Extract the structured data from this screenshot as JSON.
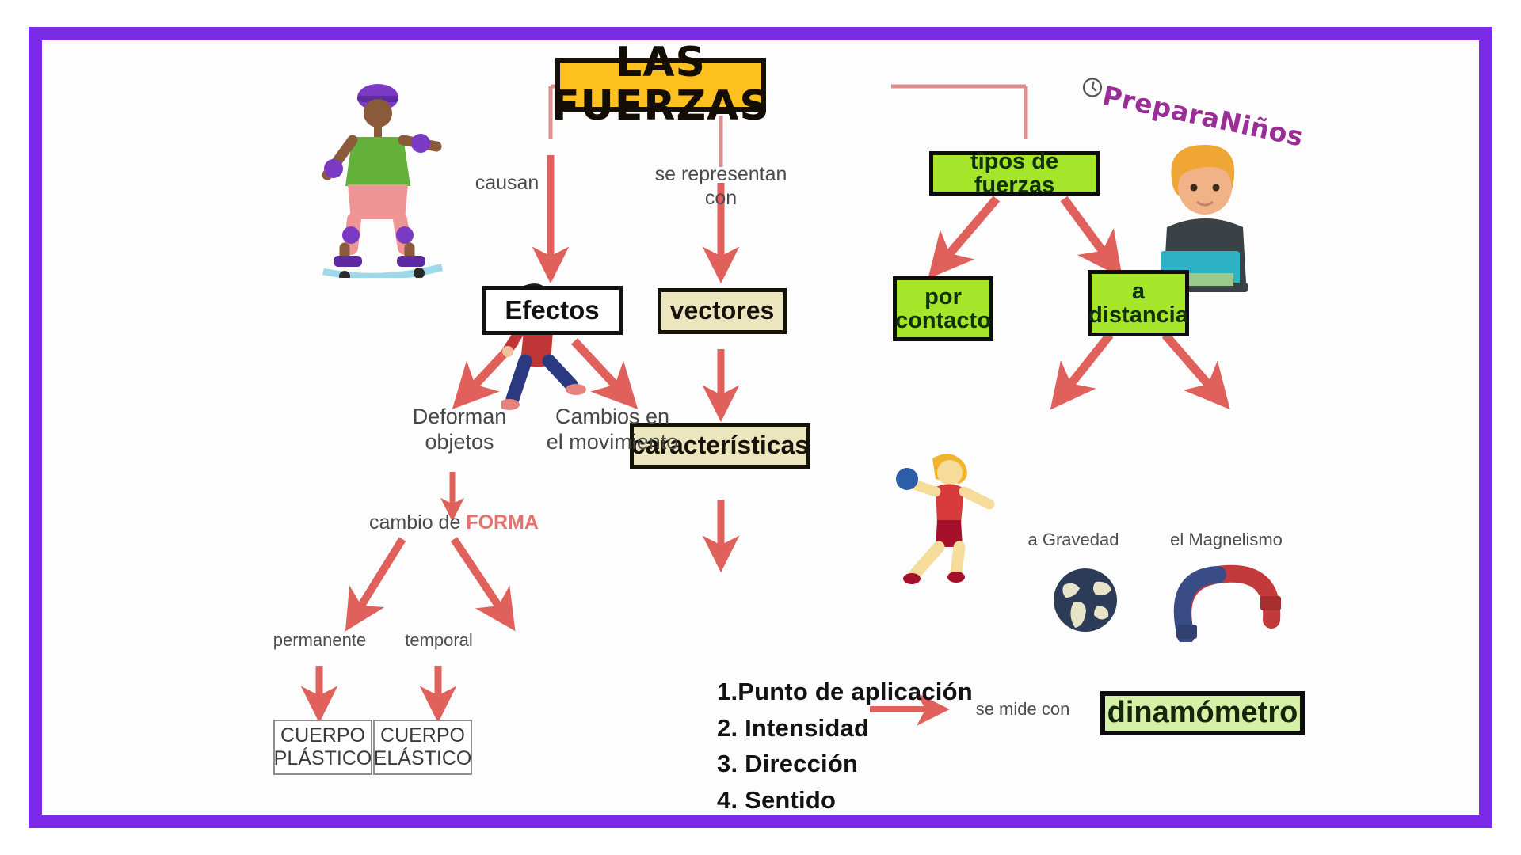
{
  "frame": {
    "border_color": "#7B2BE8",
    "background": "#ffffff"
  },
  "watermark": {
    "text": "PreparaNiños",
    "icon": "clock-icon",
    "color": "#9B2E96"
  },
  "palette": {
    "title_fill": "#FDC01E",
    "green_fill": "#A5E62A",
    "pale_green_fill": "#D6F0A8",
    "khaki_fill": "#ECE6BE",
    "arrow_red": "#E0615C",
    "connector_pink": "#D9908E",
    "label_gray": "#4a4a4a",
    "forma_red": "#E7716C"
  },
  "title": {
    "label": "LAS FUERZAS"
  },
  "connector_labels": {
    "causan": "causan",
    "se_representan_con": "se representan\ncon",
    "cambio_de": "cambio de ",
    "forma": "FORMA",
    "permanente": "permanente",
    "temporal": "temporal",
    "deforman_objetos": "Deforman\nobjetos",
    "cambios_movimiento": "Cambios en\nel movimiento",
    "a_gravedad": "a Gravedad",
    "el_magnetismo": "el Magnelismo",
    "se_mide_con": "se mide con"
  },
  "nodes": {
    "efectos": "Efectos",
    "vectores": "vectores",
    "tipos_de_fuerzas": "tipos de fuerzas",
    "por_contacto": "por\ncontacto",
    "a_distancia": "a\ndistancia",
    "caracteristicas": "características",
    "dinamometro": "dinamómetro",
    "cuerpo_plastico": "CUERPO\nPLÁSTICO",
    "cuerpo_elastico": "CUERPO\nELÁSTICO"
  },
  "characteristics_list": [
    "1.Punto de aplicación",
    "2. Intensidad",
    "3. Dirección",
    "4. Sentido"
  ],
  "illustrations": [
    {
      "name": "skateboarder-illustration",
      "alt": "niño en patineta"
    },
    {
      "name": "running-boy-illustration",
      "alt": "niño corriendo"
    },
    {
      "name": "girl-with-laptop-illustration",
      "alt": "niña con laptop"
    },
    {
      "name": "handball-player-illustration",
      "alt": "jugadora de balonmano"
    },
    {
      "name": "earth-globe-illustration",
      "alt": "globo terráqueo"
    },
    {
      "name": "horseshoe-magnet-illustration",
      "alt": "imán de herradura"
    }
  ]
}
